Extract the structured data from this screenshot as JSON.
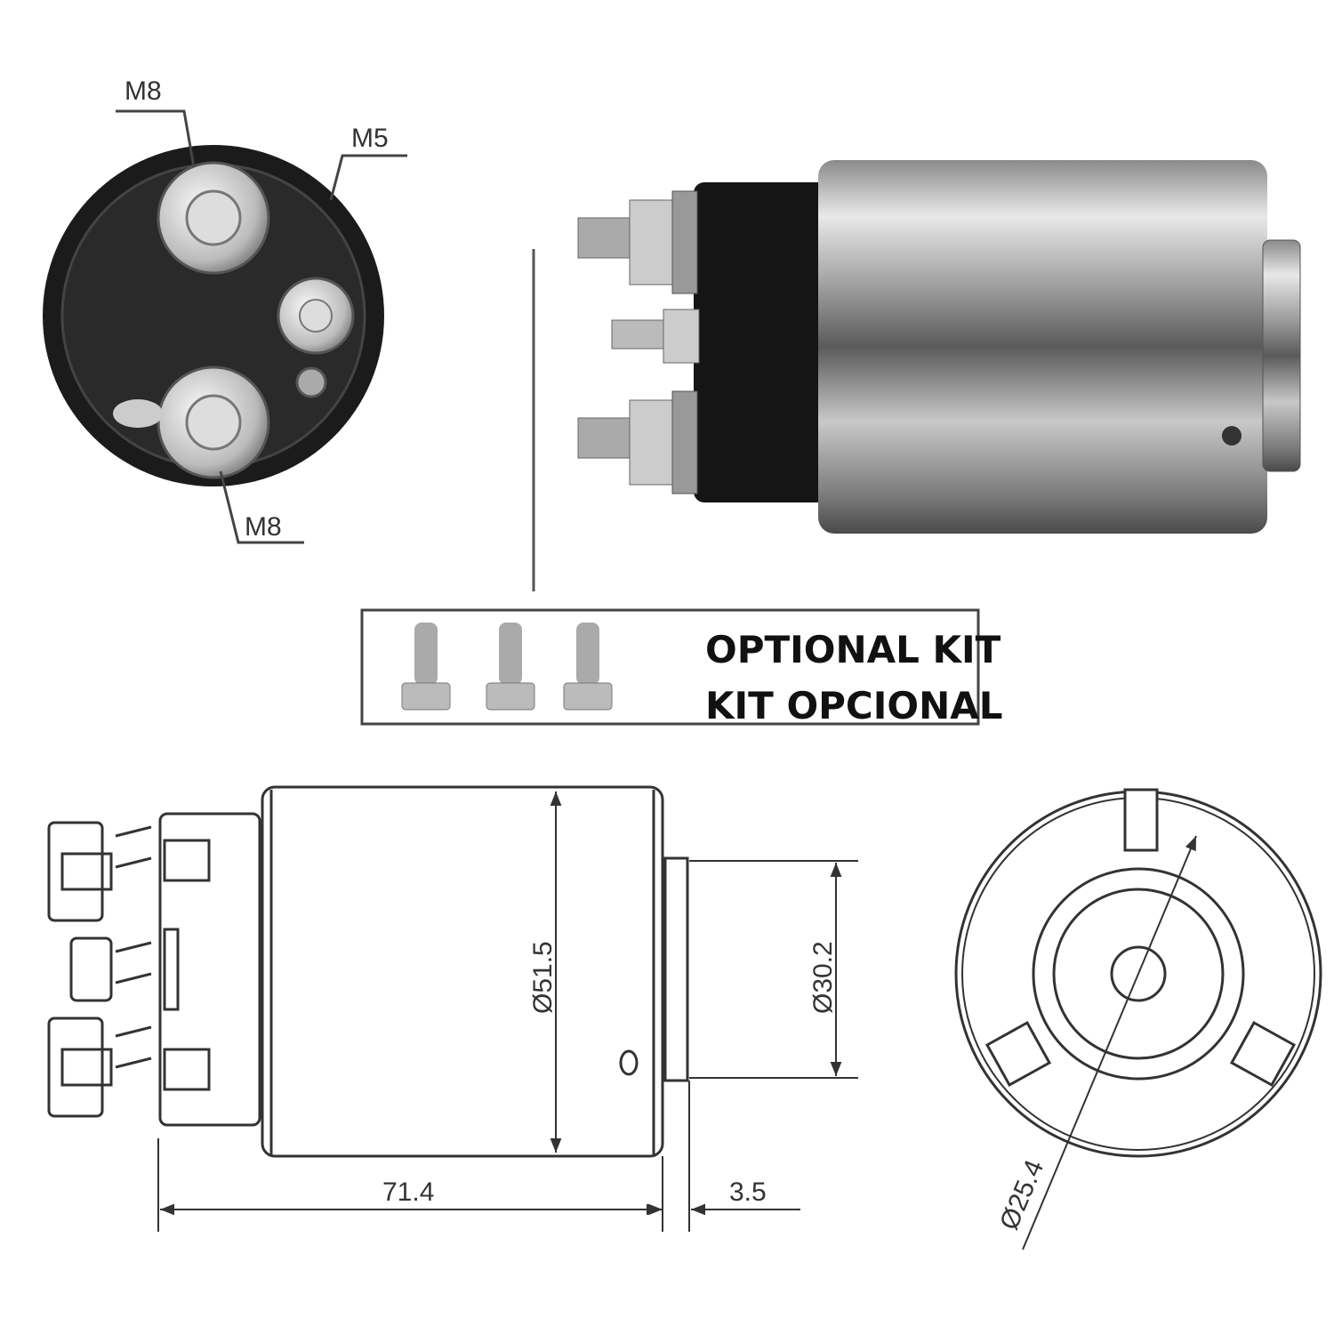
{
  "title_views": {
    "end_view_labels": {
      "top_terminal": "M8",
      "small_terminal": "M5",
      "bottom_terminal": "M8"
    }
  },
  "kit": {
    "line1": "OPTIONAL KIT",
    "line2": "KIT OPCIONAL",
    "bolt_count": 3
  },
  "dimensions": {
    "body_diameter": "Ø51.5",
    "nose_diameter": "Ø30.2",
    "body_length": "71.4",
    "nose_length": "3.5",
    "bore_diameter": "Ø25.4"
  },
  "colors": {
    "line": "#333333",
    "cap": "#1a1a1a",
    "body": "#b8b8b8"
  }
}
